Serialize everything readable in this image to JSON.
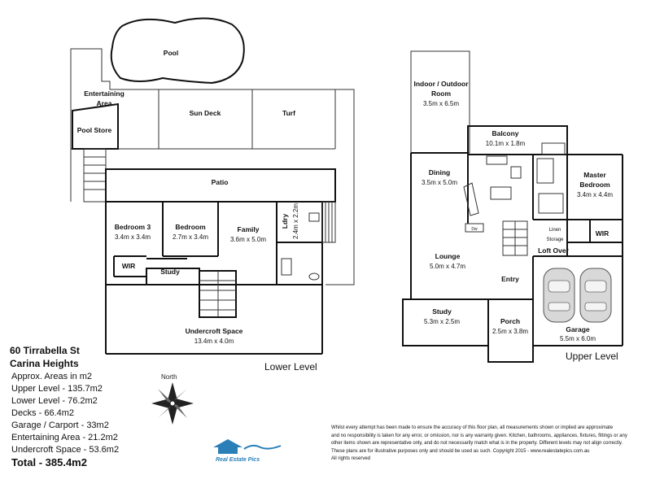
{
  "address": {
    "street": "60 Tirrabella St",
    "suburb": "Carina Heights"
  },
  "areas": {
    "heading": "Approx. Areas in m2",
    "lines": [
      "Upper Level - 135.7m2",
      "Lower Level - 76.2m2",
      "Decks - 66.4m2",
      "Garage / Carport - 33m2",
      "Entertaining Area - 21.2m2",
      "Undercroft Space - 53.6m2"
    ],
    "total": "Total - 385.4m2"
  },
  "levels": {
    "lower": "Lower Level",
    "upper": "Upper Level"
  },
  "compass": {
    "label": "North"
  },
  "logo": {
    "text": "Real Estate Pics"
  },
  "lower_rooms": {
    "pool": "Pool",
    "entertaining_1": "Entertaining",
    "entertaining_2": "Area",
    "pool_store": "Pool Store",
    "sun_deck": "Sun Deck",
    "turf": "Turf",
    "patio": "Patio",
    "bed3": "Bedroom 3",
    "bed3_dims": "3.4m x 3.4m",
    "bed": "Bedroom",
    "bed_dims": "2.7m x 3.4m",
    "family": "Family",
    "family_dims": "3.6m x 5.0m",
    "ldry": "Ldry",
    "ldry_dims": "2.4m x 2.2m",
    "wir": "WIR",
    "study": "Study",
    "undercroft": "Undercroft Space",
    "undercroft_dims": "13.4m x 4.0m"
  },
  "upper_rooms": {
    "indoor_1": "Indoor / Outdoor",
    "indoor_2": "Room",
    "indoor_dims": "3.5m x 6.5m",
    "balcony": "Balcony",
    "balcony_dims": "10.1m x 1.8m",
    "dining": "Dining",
    "dining_dims": "3.5m x 5.0m",
    "master_1": "Master",
    "master_2": "Bedroom",
    "master_dims": "3.4m x 4.4m",
    "linen": "Linen",
    "storage": "Storage",
    "wir": "WIR",
    "loft": "Loft Over",
    "dw": "Dw",
    "lounge": "Lounge",
    "lounge_dims": "5.0m x 4.7m",
    "entry": "Entry",
    "study": "Study",
    "study_dims": "5.3m x 2.5m",
    "porch": "Porch",
    "porch_dims": "2.5m x 3.8m",
    "garage": "Garage",
    "garage_dims": "5.5m x 6.0m"
  },
  "disclaimer": [
    "Whilst every attempt has been made to ensure the accuracy of this floor plan, all measurements shown or implied are approximate",
    "and no responsibility is taken for any error, or omission, nor is any warranty given.  Kitchen, bathrooms, appliances, fixtures, fittings or any",
    "other items shown  are representative only, and do not necessarily match what is in the property. Different levels may not align correctly.",
    "These plans are for illustrative purposes only and should be used as such. Copyright 2015 - www.realestatepics.com.au",
    "All rights reserved"
  ]
}
